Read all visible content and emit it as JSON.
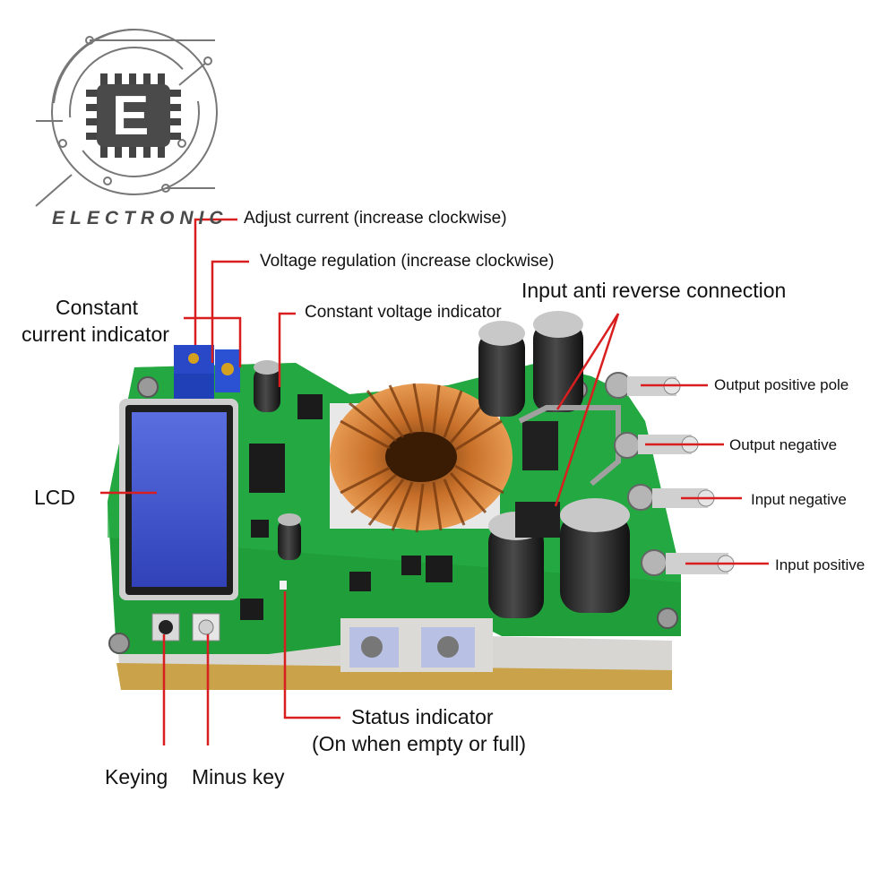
{
  "logo": {
    "letter": "E",
    "text": "ELECTRONIC"
  },
  "labels": {
    "adjust_current": "Adjust current (increase clockwise)",
    "voltage_regulation": "Voltage regulation (increase clockwise)",
    "constant_current_line1": "Constant",
    "constant_current_line2": "current indicator",
    "constant_voltage": "Constant voltage indicator",
    "input_anti_reverse": "Input anti reverse connection",
    "output_positive": "Output positive pole",
    "output_negative": "Output negative",
    "input_negative": "Input negative",
    "input_positive": "Input positive",
    "lcd": "LCD",
    "status_line1": "Status indicator",
    "status_line2": "(On when empty or full)",
    "keying": "Keying",
    "minus_key": "Minus key"
  },
  "colors": {
    "leader": "#d81e1e",
    "pcb": "#1f9e3a",
    "lcd": "#3c4fc8",
    "copper": "#c8702a",
    "heatsink": "#d8d6d2",
    "logo": "#4a4a4a"
  }
}
